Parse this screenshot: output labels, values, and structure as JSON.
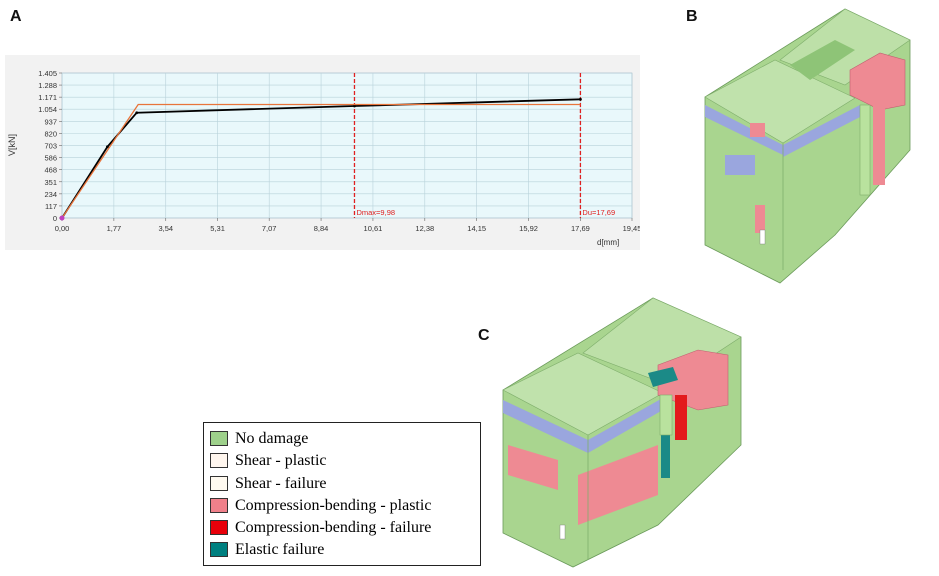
{
  "panels": {
    "a": "A",
    "b": "B",
    "c": "C"
  },
  "chart_data": {
    "type": "line",
    "ylabel": "V[kN]",
    "xlabel": "d[mm]",
    "xlim": [
      0,
      19.45
    ],
    "ylim": [
      0,
      1405
    ],
    "x_ticks": [
      "0,00",
      "1,77",
      "3,54",
      "5,31",
      "7,07",
      "8,84",
      "10,61",
      "12,38",
      "14,15",
      "15,92",
      "17,69",
      "19,45"
    ],
    "x_tick_values": [
      0,
      1.77,
      3.54,
      5.31,
      7.07,
      8.84,
      10.61,
      12.38,
      14.15,
      15.92,
      17.69,
      19.45
    ],
    "y_ticks": [
      "1.405",
      "1.288",
      "1.171",
      "1.054",
      "937",
      "820",
      "703",
      "586",
      "468",
      "351",
      "234",
      "117",
      "0"
    ],
    "y_tick_values": [
      1405,
      1288,
      1171,
      1054,
      937,
      820,
      703,
      586,
      468,
      351,
      234,
      117,
      0
    ],
    "grid": true,
    "series": [
      {
        "color": "#000000",
        "x": [
          0,
          1.55,
          2.55,
          9.98,
          17.69
        ],
        "y": [
          0,
          690,
          1020,
          1085,
          1150
        ]
      },
      {
        "color": "#e8743b",
        "x": [
          0,
          2.6,
          17.69
        ],
        "y": [
          0,
          1100,
          1100
        ]
      }
    ],
    "vlines": [
      {
        "x": 9.98,
        "label": "Dmax=9,98",
        "color": "#e02020"
      },
      {
        "x": 17.69,
        "label": "Du=17,69",
        "color": "#e02020"
      }
    ]
  },
  "legend": {
    "items": [
      {
        "label": "No damage",
        "color": "#9ed18b"
      },
      {
        "label": "Shear - plastic",
        "color": "#fff6ee"
      },
      {
        "label": "Shear - failure",
        "color": "#fffaf0"
      },
      {
        "label": "Compression-bending - plastic",
        "color": "#f0808a"
      },
      {
        "label": "Compression-bending - failure",
        "color": "#e8000a"
      },
      {
        "label": "Elastic failure",
        "color": "#008080"
      }
    ]
  },
  "colors": {
    "no_damage": "#a9d58f",
    "plastic": "#ee8a93",
    "failure": "#e31a1c",
    "elastic": "#1b8a87",
    "blue": "#9aa6de"
  }
}
